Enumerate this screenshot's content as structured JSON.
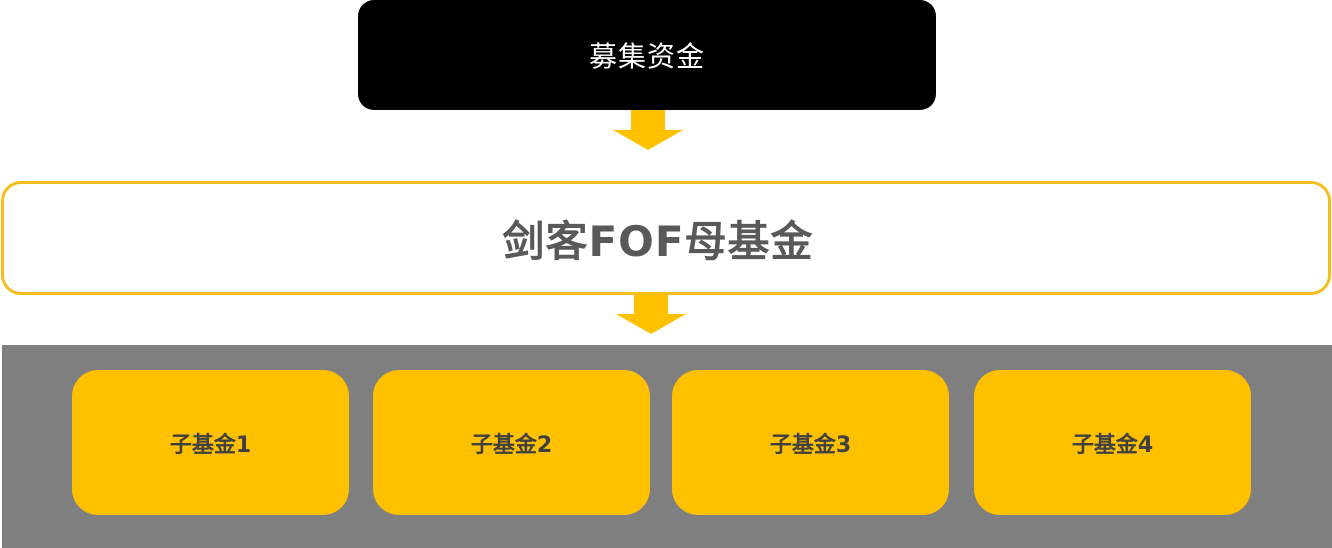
{
  "source": {
    "label": "募集资金"
  },
  "parent_fund": {
    "label": "剑客FOF母基金"
  },
  "sub_funds": [
    {
      "label": "子基金1"
    },
    {
      "label": "子基金2"
    },
    {
      "label": "子基金3"
    },
    {
      "label": "子基金4"
    }
  ],
  "colors": {
    "source_bg": "#000000",
    "source_text": "#ffffff",
    "accent_yellow": "#ffc000",
    "parent_border": "#f4bf1e",
    "parent_text": "#595959",
    "panel_gray": "#7f7f7f",
    "sub_text": "#404040"
  },
  "icons": {
    "flow_arrow": "down-arrow-icon"
  }
}
